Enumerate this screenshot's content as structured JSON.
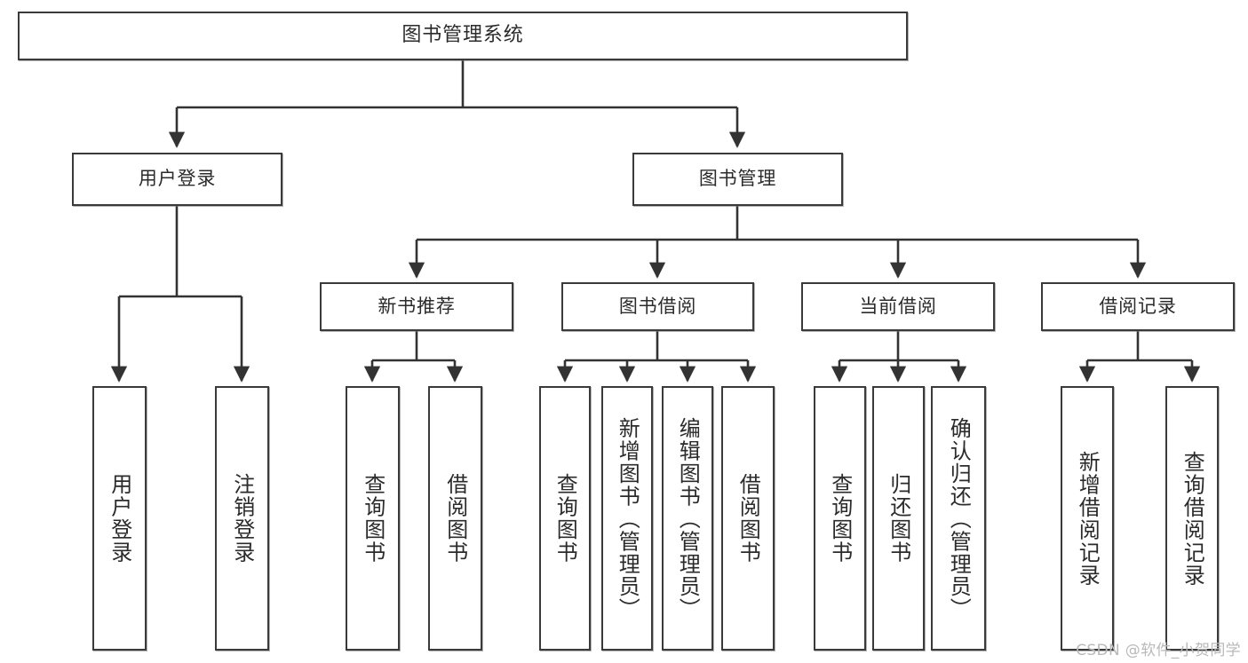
{
  "diagram": {
    "title": "图书管理系统",
    "type": "tree",
    "orientation": "top-down",
    "colors": {
      "box_border": "#3a3a3a",
      "box_fill": "#ffffff",
      "connector": "#333333",
      "text": "#2b2b2b",
      "watermark": "#b9b9b9",
      "background": "#ffffff"
    },
    "watermark": "CSDN @软件_小贺同学"
  },
  "nodes": {
    "root": {
      "id": "root",
      "label": "图书管理系统",
      "level": 1,
      "orientation": "horizontal"
    },
    "level2": [
      {
        "id": "user-login",
        "label": "用户登录",
        "level": 2,
        "orientation": "horizontal"
      },
      {
        "id": "book-manage",
        "label": "图书管理",
        "level": 2,
        "orientation": "horizontal"
      }
    ],
    "level3": [
      {
        "id": "new-book-recommend",
        "label": "新书推荐",
        "level": 3,
        "orientation": "horizontal",
        "parent": "book-manage"
      },
      {
        "id": "book-borrow",
        "label": "图书借阅",
        "level": 3,
        "orientation": "horizontal",
        "parent": "book-manage"
      },
      {
        "id": "current-borrow",
        "label": "当前借阅",
        "level": 3,
        "orientation": "horizontal",
        "parent": "book-manage"
      },
      {
        "id": "borrow-record",
        "label": "借阅记录",
        "level": 3,
        "orientation": "horizontal",
        "parent": "book-manage"
      }
    ],
    "leaves": [
      {
        "id": "leaf-user-login",
        "label": "用户登录",
        "parent": "user-login",
        "orientation": "vertical"
      },
      {
        "id": "leaf-logout-login",
        "label": "注销登录",
        "parent": "user-login",
        "orientation": "vertical"
      },
      {
        "id": "leaf-query-book-1",
        "label": "查询图书",
        "parent": "new-book-recommend",
        "orientation": "vertical"
      },
      {
        "id": "leaf-borrow-book-1",
        "label": "借阅图书",
        "parent": "new-book-recommend",
        "orientation": "vertical"
      },
      {
        "id": "leaf-query-book-2",
        "label": "查询图书",
        "parent": "book-borrow",
        "orientation": "vertical"
      },
      {
        "id": "leaf-add-book",
        "label": "新增图书（管理员）",
        "parent": "book-borrow",
        "orientation": "vertical"
      },
      {
        "id": "leaf-edit-book",
        "label": "编辑图书（管理员）",
        "parent": "book-borrow",
        "orientation": "vertical"
      },
      {
        "id": "leaf-borrow-book-2",
        "label": "借阅图书",
        "parent": "book-borrow",
        "orientation": "vertical"
      },
      {
        "id": "leaf-query-book-3",
        "label": "查询图书",
        "parent": "current-borrow",
        "orientation": "vertical"
      },
      {
        "id": "leaf-return-book",
        "label": "归还图书",
        "parent": "current-borrow",
        "orientation": "vertical"
      },
      {
        "id": "leaf-confirm-return",
        "label": "确认归还（管理员）",
        "parent": "current-borrow",
        "orientation": "vertical"
      },
      {
        "id": "leaf-add-record",
        "label": "新增借阅记录",
        "parent": "borrow-record",
        "orientation": "vertical"
      },
      {
        "id": "leaf-query-record",
        "label": "查询借阅记录",
        "parent": "borrow-record",
        "orientation": "vertical"
      }
    ]
  }
}
